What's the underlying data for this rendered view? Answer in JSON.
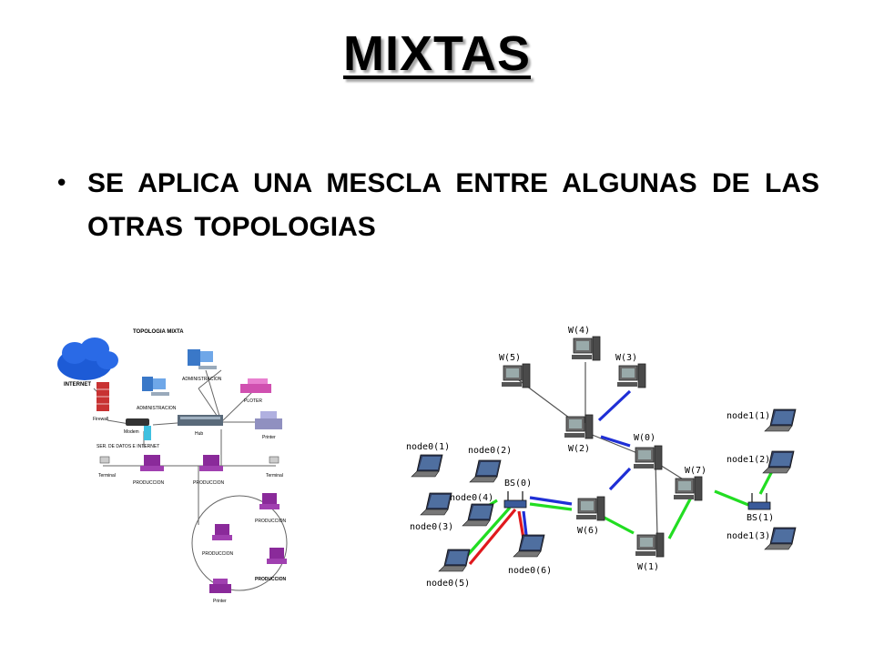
{
  "slide": {
    "title": "MIXTAS",
    "bullet": "SE APLICA UNA MESCLA ENTRE ALGUNAS DE LAS OTRAS TOPOLOGIAS"
  },
  "left_diagram": {
    "title": "TOPOLOGIA MIXTA",
    "labels": {
      "internet": "INTERNET",
      "firewall": "Firewall",
      "modem": "Modem",
      "server": "SER. DE DATOS E INTERNET",
      "hub": "Hub",
      "admin1": "ADMINISTRACION",
      "admin2": "ADMINISTRACION",
      "ploter": "PLOTER",
      "printer1": "Printer",
      "terminal1": "Terminal",
      "terminal2": "Terminal",
      "prod1": "PRODUCCION",
      "prod2": "PRODUCCION",
      "prod3": "PRODUCCION",
      "prod4": "PRODUCCION",
      "prod5": "PRODUCCION",
      "printer2": "Printer"
    }
  },
  "right_diagram": {
    "labels": {
      "w4": "W(4)",
      "w5": "W(5)",
      "w3": "W(3)",
      "w2": "W(2)",
      "w0": "W(0)",
      "w7": "W(7)",
      "w6": "W(6)",
      "w1": "W(1)",
      "bs0": "BS(0)",
      "bs1": "BS(1)",
      "n01": "node0(1)",
      "n02": "node0(2)",
      "n04": "node0(4)",
      "n03": "node0(3)",
      "n05": "node0(5)",
      "n06": "node0(6)",
      "n11": "node1(1)",
      "n12": "node1(2)",
      "n13": "node1(3)"
    },
    "colors": {
      "blue": "#1f2fd6",
      "green": "#22dd22",
      "red": "#e0191d",
      "gray": "#555555"
    }
  }
}
